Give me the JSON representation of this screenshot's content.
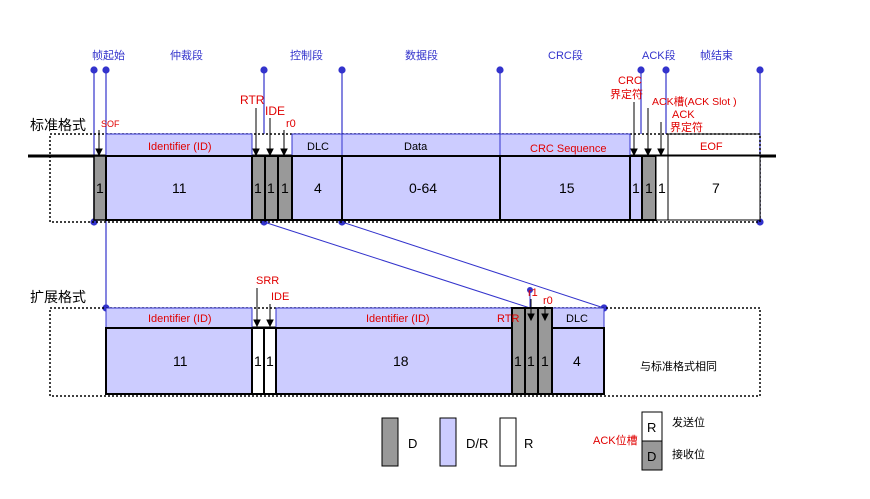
{
  "segments": {
    "frame_start": "帧起始",
    "arbitration": "仲裁段",
    "control": "控制段",
    "data": "数据段",
    "crc": "CRC段",
    "ack": "ACK段",
    "frame_end": "帧结束"
  },
  "standard": {
    "title": "标准格式",
    "sof": "SOF",
    "rtr": "RTR",
    "ide": "IDE",
    "r0": "r0",
    "crc_delim": [
      "CRC",
      "界定符"
    ],
    "ack_slot": "ACK槽(ACK Slot )",
    "ack_delim": [
      "ACK",
      "界定符"
    ],
    "field_identifier": "Identifier (ID)",
    "field_dlc": "DLC",
    "field_data": "Data",
    "field_crc": "CRC Sequence",
    "field_eof": "EOF",
    "bits": {
      "sof": "1",
      "id": "11",
      "rtr": "1",
      "ide": "1",
      "r0": "1",
      "dlc": "4",
      "data": "0-64",
      "crc": "15",
      "crc_delim": "1",
      "ack_slot": "1",
      "ack_delim": "1",
      "eof": "7"
    }
  },
  "extended": {
    "title": "扩展格式",
    "srr": "SRR",
    "ide": "IDE",
    "rtr": "RTR",
    "r1": "r1",
    "r0": "r0",
    "field_identifier1": "Identifier (ID)",
    "field_identifier2": "Identifier (ID)",
    "field_dlc": "DLC",
    "same_as_standard": "与标准格式相同",
    "bits": {
      "id1": "11",
      "srr": "1",
      "ide": "1",
      "id2": "18",
      "rtr": "1",
      "r1": "1",
      "r0": "1",
      "dlc": "4"
    }
  },
  "legend": {
    "d": "D",
    "dr": "D/R",
    "r": "R",
    "ack_slot_label": "ACK位槽",
    "ack_r": "R",
    "ack_d": "D",
    "send_bit": "发送位",
    "recv_bit": "接收位"
  },
  "colors": {
    "lavender": "#ccccff",
    "gray": "#999999",
    "blue_line": "#3333cc",
    "red_text": "#e00000"
  }
}
